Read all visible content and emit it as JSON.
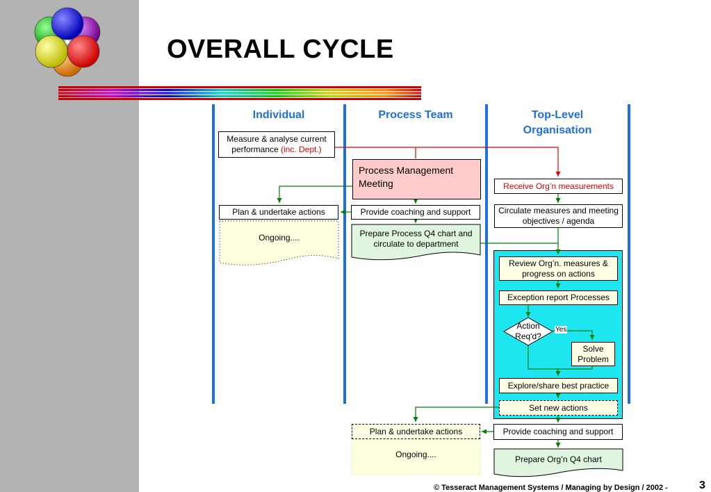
{
  "slide": {
    "title": "OVERALL CYCLE",
    "footer": "© Tesseract Management Systems / Managing by Design / 2002  -",
    "page_number": "3"
  },
  "lanes": {
    "individual": "Individual",
    "process_team": "Process Team",
    "top_level_line1": "Top-Level",
    "top_level_line2": "Organisation"
  },
  "steps": {
    "measure_line1": "Measure & analyse current",
    "measure_line2a": "performance ",
    "measure_line2b": "(inc. Dept.)",
    "pm_meeting": "Process Management Meeting",
    "receive": "Receive Org’n measurements",
    "plan_individual": "Plan & undertake actions",
    "ongoing_individual": "Ongoing....",
    "coaching_team": "Provide coaching and support",
    "circulate": "Circulate measures and meeting objectives / agenda",
    "prepare_process": "Prepare Process Q4 chart and circulate to department",
    "review": "Review Org’n. measures & progress on actions",
    "exception": "Exception report Processes",
    "decision": "Action Req'd?",
    "yes_label": "Yes",
    "solve": "Solve Problem",
    "explore": "Explore/share best practice",
    "set_actions": "Set new actions",
    "plan_team": "Plan & undertake actions",
    "ongoing_team": "Ongoing....",
    "coaching_top": "Provide coaching and support",
    "prepare_org": "Prepare Org’n Q4 chart"
  },
  "colors": {
    "lane_blue": "#1f6fe0",
    "arrow_green": "#008000",
    "arrow_red": "#e00000",
    "meeting_pink": "#ffcccc",
    "review_cyan": "#1ee6f0",
    "sidebar_gray": "#b3b3b3"
  }
}
